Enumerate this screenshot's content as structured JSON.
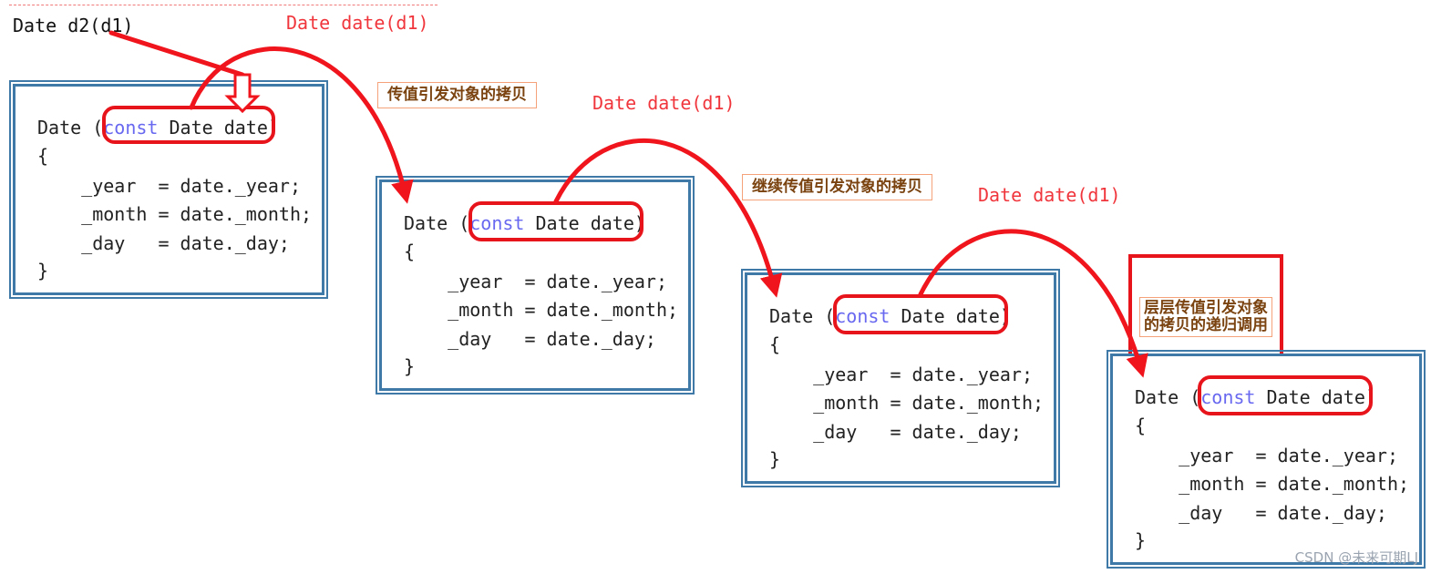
{
  "top_code": "Date d2(d1)",
  "call_labels": [
    "Date date(d1)",
    "Date date(d1)",
    "Date date(d1)"
  ],
  "notes": [
    "传值引发对象的拷贝",
    "继续传值引发对象的拷贝",
    "层层传值引发对象\n的拷贝的递归调用"
  ],
  "code_block": {
    "sig_prefix": "Date (",
    "sig_keyword": "const",
    "sig_params": " Date date",
    "sig_suffix": ")",
    "open_brace": "{",
    "line_year": "    _year  = date._year;",
    "line_month": "    _month = date._month;",
    "line_day": "    _day   = date._day;",
    "close_brace": "}"
  },
  "watermark": "CSDN @未来可期LJ",
  "colors": {
    "arrow": "#f0141c",
    "keyword": "#6868f0",
    "box_border": "#3f79a8",
    "label": "#f0363c",
    "note_text": "#7a4310"
  }
}
